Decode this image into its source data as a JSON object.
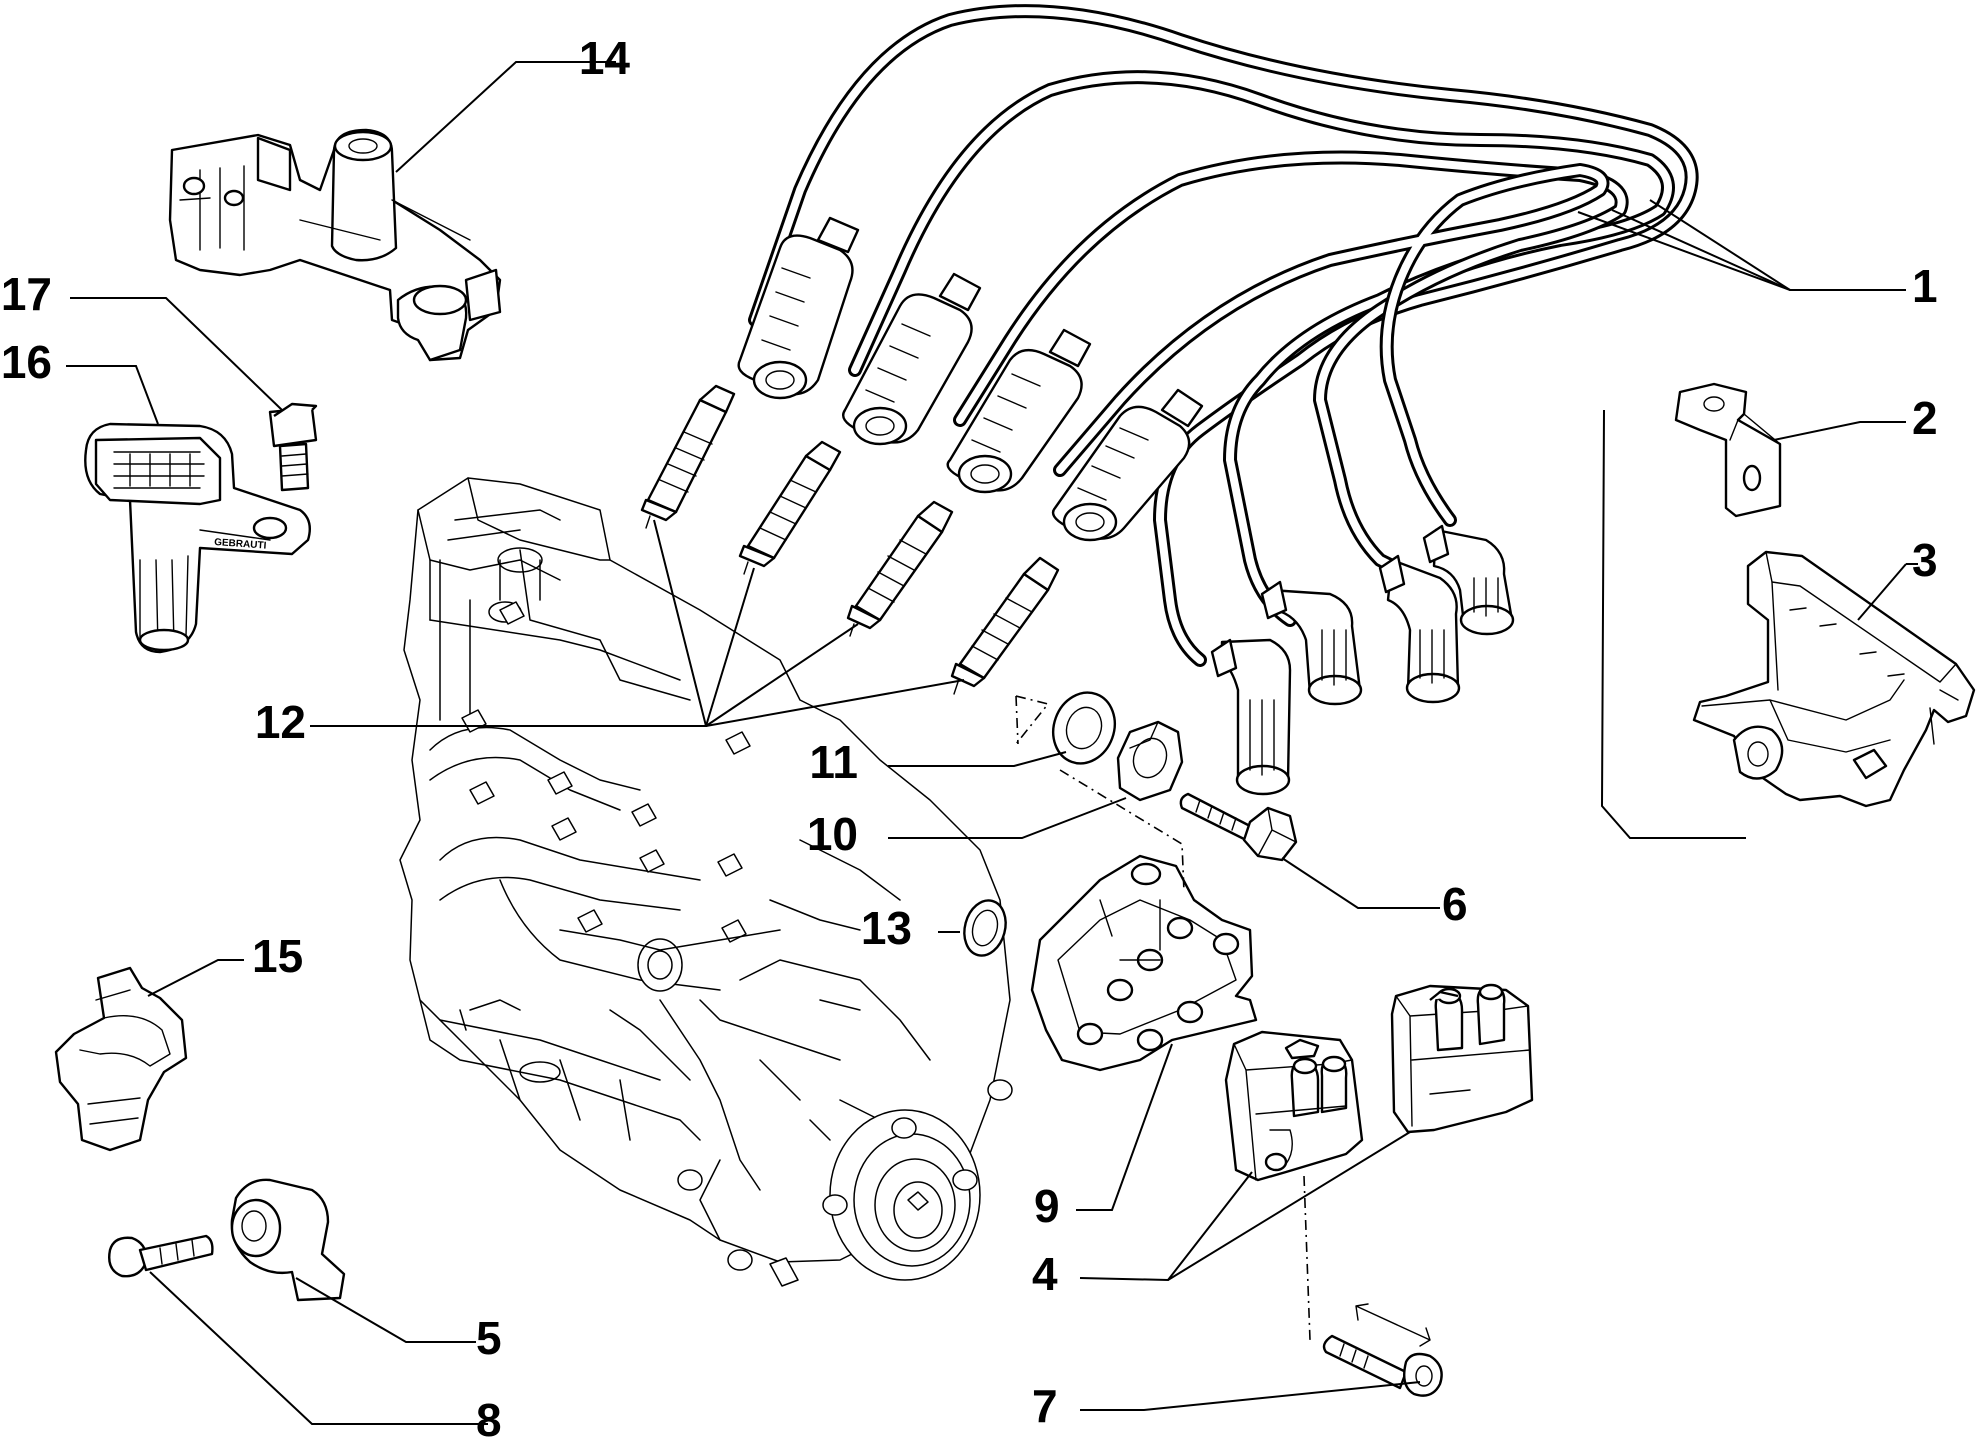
{
  "callouts": {
    "c1": "1",
    "c2": "2",
    "c3": "3",
    "c4": "4",
    "c5": "5",
    "c6": "6",
    "c7": "7",
    "c8": "8",
    "c9": "9",
    "c10": "10",
    "c11": "11",
    "c12": "12",
    "c13": "13",
    "c14": "14",
    "c15": "15",
    "c16": "16",
    "c17": "17"
  },
  "sensor_marking": "GEBRAUTI"
}
